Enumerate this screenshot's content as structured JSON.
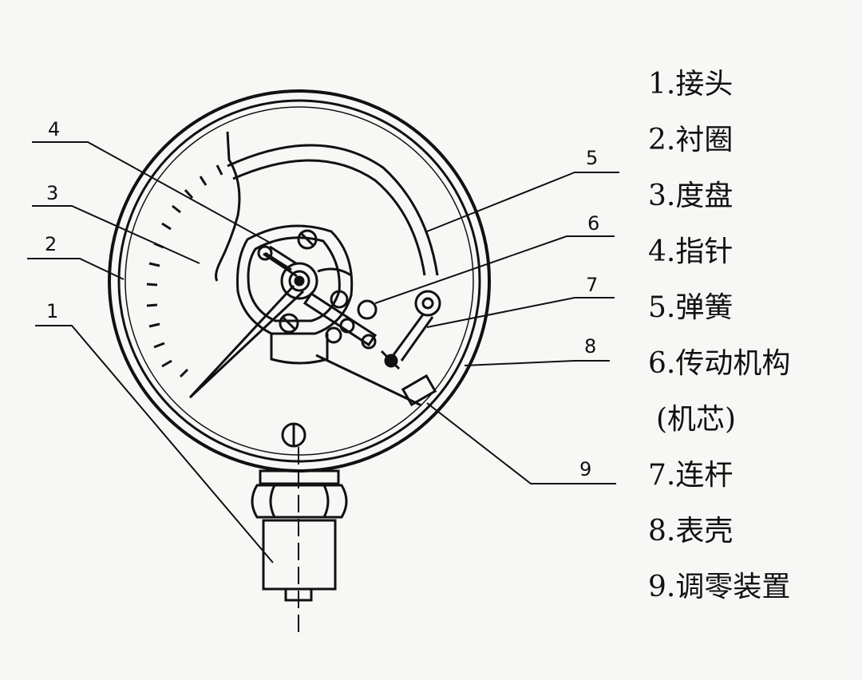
{
  "callouts": [
    "1",
    "2",
    "3",
    "4",
    "5",
    "6",
    "7",
    "8",
    "9"
  ],
  "legend": [
    "1.接头",
    "2.衬圈",
    "3.度盘",
    "4.指针",
    "5.弹簧",
    "6.传动机构",
    "(机芯)",
    "7.连杆",
    "8.表壳",
    "9.调零装置"
  ]
}
